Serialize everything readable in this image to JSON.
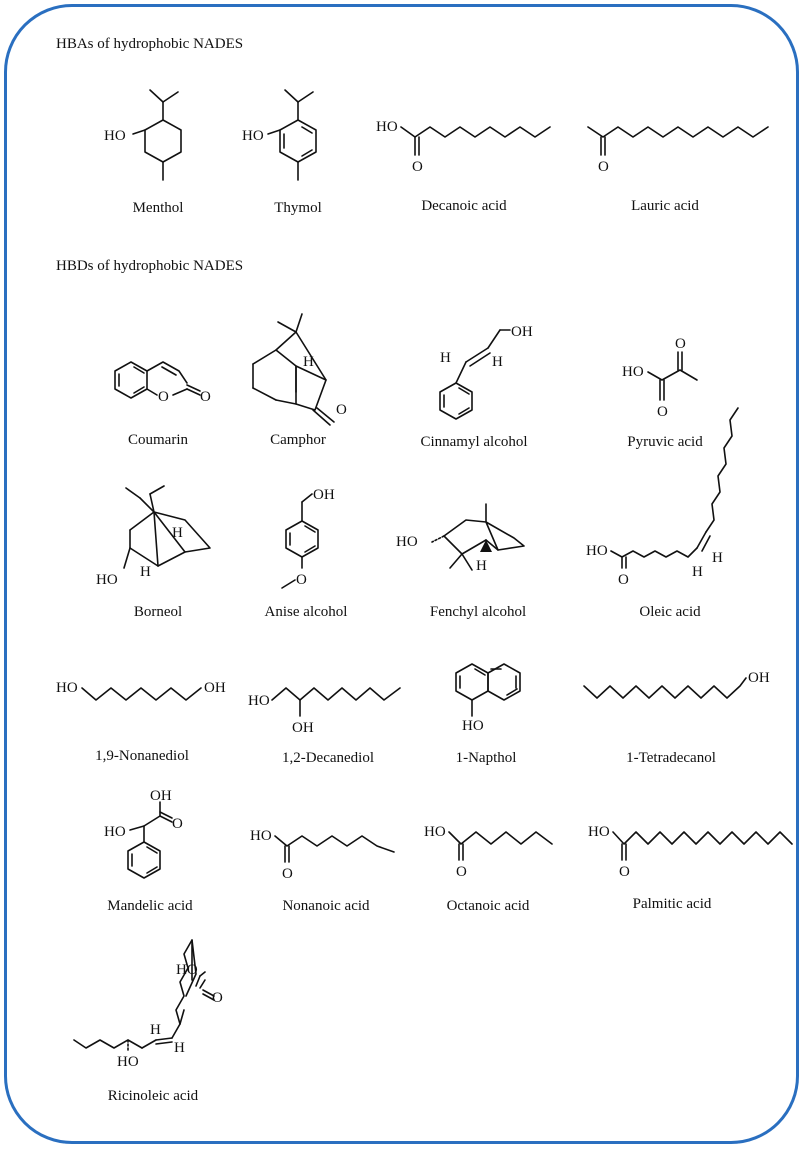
{
  "sections": {
    "hba_title": "HBAs of hydrophobic NADES",
    "hbd_title": "HBDs of hydrophobic NADES"
  },
  "molecules": {
    "menthol": "Menthol",
    "thymol": "Thymol",
    "decanoic": "Decanoic acid",
    "lauric": "Lauric acid",
    "coumarin": "Coumarin",
    "camphor": "Camphor",
    "cinnamyl": "Cinnamyl alcohol",
    "pyruvic": "Pyruvic acid",
    "borneol": "Borneol",
    "anise": "Anise alcohol",
    "fenchyl": "Fenchyl alcohol",
    "oleic": "Oleic acid",
    "nonanediol": "1,9-Nonanediol",
    "decanediol": "1,2-Decanediol",
    "napthol": "1-Napthol",
    "tetradecanol": "1-Tetradecanol",
    "mandelic": "Mandelic acid",
    "nonanoic": "Nonanoic acid",
    "octanoic": "Octanoic acid",
    "palmitic": "Palmitic acid",
    "ricinoleic": "Ricinoleic acid"
  },
  "atom_labels": {
    "ho": "HO",
    "oh": "OH",
    "o": "O",
    "h": "H"
  },
  "colors": {
    "frame_border": "#2a6fc0"
  }
}
